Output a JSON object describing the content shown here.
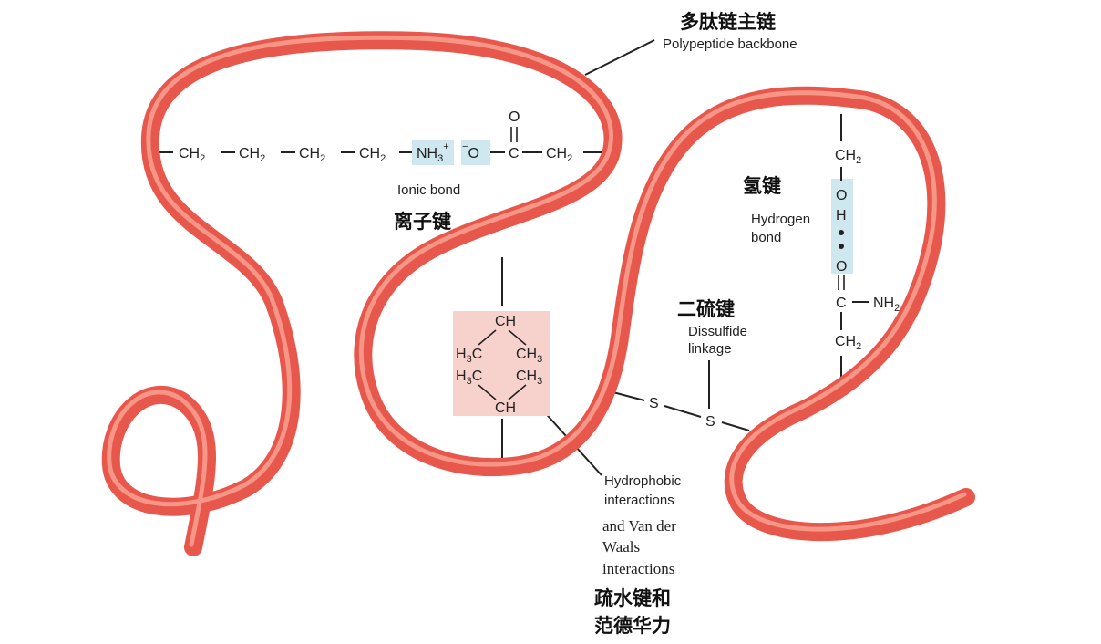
{
  "colors": {
    "tube": "#e8574c",
    "tube_highlight": "#f7a192",
    "highlight_blue": "#cfe8ef",
    "highlight_pink": "#f7d2cc"
  },
  "backbone": {
    "label_en": "Polypeptide backbone",
    "label_cn": "多肽链主链"
  },
  "ionic": {
    "chain": [
      "CH",
      "CH",
      "CH",
      "CH"
    ],
    "sub2": "2",
    "nh3": "NH",
    "sub3": "3",
    "plus": "+",
    "minus": "−",
    "o": "O",
    "c": "C",
    "o_top": "O",
    "ch_end": "CH",
    "label_en": "Ionic bond",
    "label_cn": "离子键"
  },
  "hydrophobic": {
    "ch_top": "CH",
    "h3c": "H",
    "h3c_c": "C",
    "ch3": "CH",
    "ch_bottom": "CH",
    "sub3": "3",
    "label_en_1": "Hydrophobic",
    "label_en_2": "interactions",
    "label_en_3": "and Van der",
    "label_en_4": "Waals",
    "label_en_5": "interactions",
    "label_cn_1": "疏水键和",
    "label_cn_2": "范德华力"
  },
  "disulfide": {
    "s": "S",
    "label_en_1": "Dissulfide",
    "label_en_2": "linkage",
    "label_cn": "二硫键"
  },
  "hydrogen": {
    "ch": "CH",
    "sub2": "2",
    "o": "O",
    "h": "H",
    "c": "C",
    "nh2": "NH",
    "label_en_1": "Hydrogen",
    "label_en_2": "bond",
    "label_cn": "氢键"
  }
}
